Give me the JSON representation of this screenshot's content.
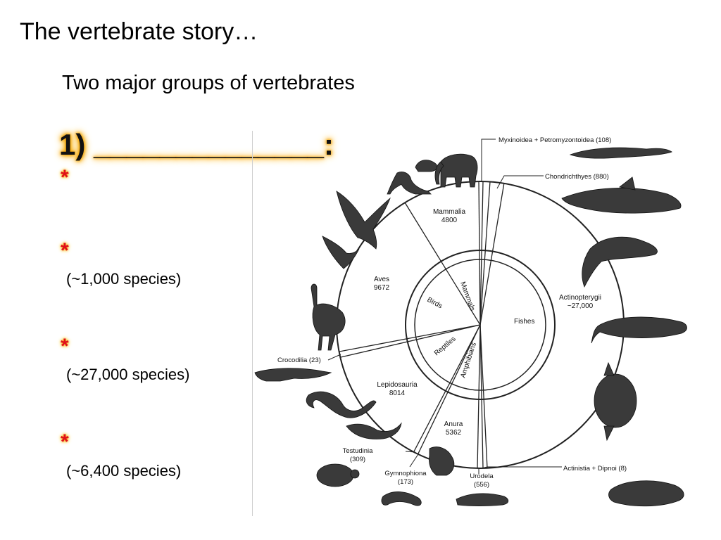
{
  "slide": {
    "title": "The vertebrate story…",
    "subtitle": "Two major groups of vertebrates",
    "heading": "1)  ______________:",
    "star_glyph": "*",
    "counts": [
      "(~1,000 species)",
      "(~27,000 species)",
      "(~6,400 species)"
    ]
  },
  "diagram": {
    "inner_labels": {
      "fishes": "Fishes",
      "mammals": "Mammals",
      "birds": "Birds",
      "reptiles": "Reptiles",
      "amphibians": "Amphibians"
    },
    "ring_labels": {
      "mammalia": [
        "Mammalia",
        "4800"
      ],
      "aves": [
        "Aves",
        "9672"
      ],
      "lepidosauria": [
        "Lepidosauria",
        "8014"
      ],
      "anura": [
        "Anura",
        "5362"
      ],
      "actinopterygii": [
        "Actinopterygii",
        "~27,000"
      ]
    },
    "callouts": {
      "myxinoidea": "Myxinoidea + Petromyzontoidea (108)",
      "chondrichthyes": "Chondrichthyes (880)",
      "crocodilia": "Crocodilia (23)",
      "testudinia": [
        "Testudinia",
        "(309)"
      ],
      "gymnophiona": [
        "Gymnophiona",
        "(173)"
      ],
      "urodela": [
        "Urodela",
        "(556)"
      ],
      "actinistia": "Actinistia + Dipnoi (8)"
    },
    "animal_icons": [
      "lamprey-icon",
      "shark-icon",
      "salmon-icon",
      "tuna-icon",
      "sunfish-icon",
      "coelacanth-icon",
      "elephant-icon",
      "hedgehog-icon",
      "kangaroo-icon",
      "eagle-icon",
      "swallow-icon",
      "ostrich-icon",
      "crocodile-icon",
      "snake-icon",
      "lizard-icon",
      "turtle-icon",
      "frog-icon",
      "caecilian-icon",
      "salamander-icon"
    ]
  }
}
